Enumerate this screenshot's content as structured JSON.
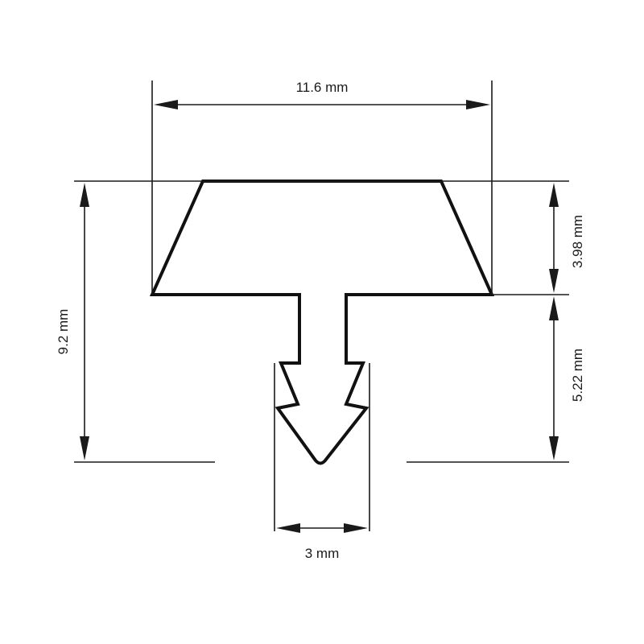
{
  "dimensions": {
    "width_top": "11.6 mm",
    "height_total": "9.2 mm",
    "height_head": "3.98 mm",
    "height_stem": "5.22 mm",
    "width_stem": "3 mm"
  },
  "colors": {
    "line": "#1a1a1a",
    "background": "#ffffff"
  }
}
